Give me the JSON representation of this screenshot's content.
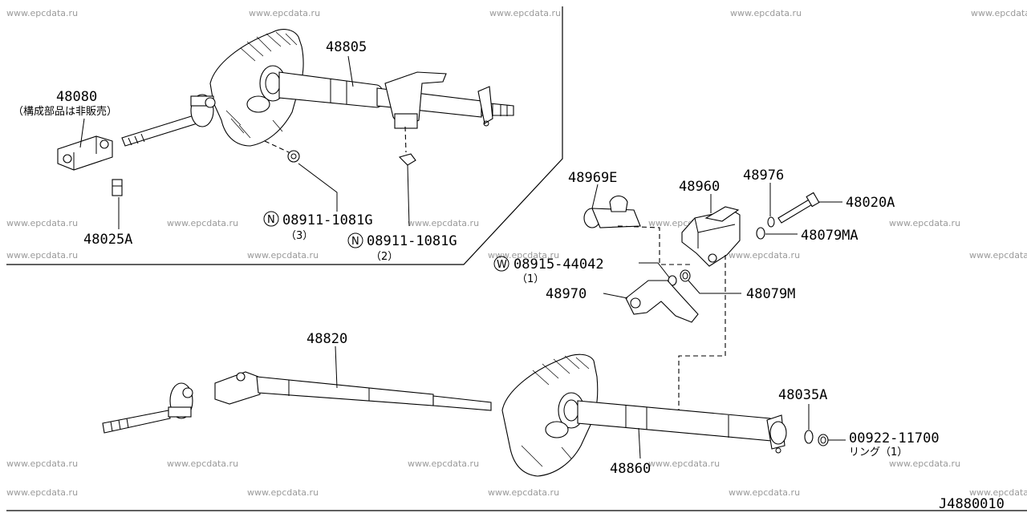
{
  "watermark": "www.epcdata.ru",
  "diagram_code": "J4880010",
  "parts": {
    "p48805": "48805",
    "p48080": "48080",
    "p48080_note": "（構成部品は非販売）",
    "p48025A": "48025A",
    "n1_code": "08911-1081G",
    "n1_qty": "（3）",
    "n2_code": "08911-1081G",
    "n2_qty": "（2）",
    "n_symbol": "N",
    "p48969E": "48969E",
    "p48960": "48960",
    "p48976": "48976",
    "p48020A": "48020A",
    "p48079MA": "48079MA",
    "w_symbol": "W",
    "w_code": "08915-44042",
    "w_qty": "（1）",
    "p48970": "48970",
    "p48079M": "48079M",
    "p48820": "48820",
    "p48035A": "48035A",
    "p00922": "00922-11700",
    "p00922_note": "リング（1）",
    "p48860": "48860"
  }
}
